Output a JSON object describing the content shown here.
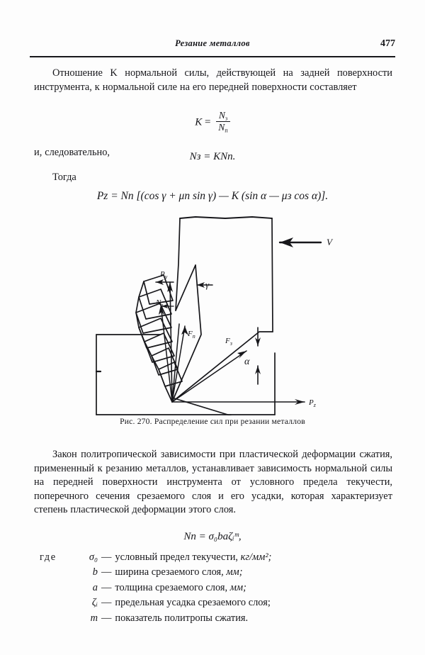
{
  "header": {
    "running_title": "Резание металлов",
    "page_number": "477"
  },
  "body": {
    "paragraph_1": "Отношение K нормальной силы, действующей на задней поверхности инструмента, к нормальной силе на его передней поверхности составляет",
    "connector_1": "и, следовательно,",
    "connector_2": "Тогда",
    "paragraph_2": "Закон политропической зависимости при пластической деформации сжатия, примененный к резанию металлов, устанавливает зависимость нормальной силы на передней поверхности инструмента от условного предела текучести, поперечного сечения срезаемого слоя и его усадки, которая характеризует степень пластической деформации этого слоя."
  },
  "equations": {
    "eq_k_lhs": "K",
    "eq_k_eq": "=",
    "eq_k_numerator_base": "N",
    "eq_k_numerator_sub": "з",
    "eq_k_denominator_base": "N",
    "eq_k_denominator_sub": "п",
    "eq_nz": "Nз = KNп.",
    "eq_pz": "Pz = Nп [(cos γ + μп sin γ) — K (sin α — μз cos α)].",
    "eq_np": "Nп = σ₀baζᵢᵐ,"
  },
  "figure": {
    "caption": "Рис. 270. Распределение сил при резании металлов",
    "labels": {
      "velocity": "V",
      "py": "Py",
      "gamma": "γ",
      "nz": "Nз",
      "fp": "Fп",
      "fz": "Fз",
      "alpha": "α",
      "pz": "Pz",
      "np": "Nп"
    }
  },
  "where": {
    "label": "где",
    "items": [
      {
        "symbol": "σ₀",
        "dash": "—",
        "text": "условный предел текучести,",
        "units": "кг/мм²;"
      },
      {
        "symbol": "b",
        "dash": "—",
        "text": "ширина срезаемого слоя,",
        "units": "мм;"
      },
      {
        "symbol": "a",
        "dash": "—",
        "text": "толщина срезаемого слоя,",
        "units": "мм;"
      },
      {
        "symbol": "ζᵢ",
        "dash": "—",
        "text": "предельная усадка срезаемого слоя;",
        "units": ""
      },
      {
        "symbol": "m",
        "dash": "—",
        "text": "показатель политропы сжатия.",
        "units": ""
      }
    ]
  },
  "colors": {
    "ink": "#16161a",
    "paper": "#fdfdfd"
  }
}
